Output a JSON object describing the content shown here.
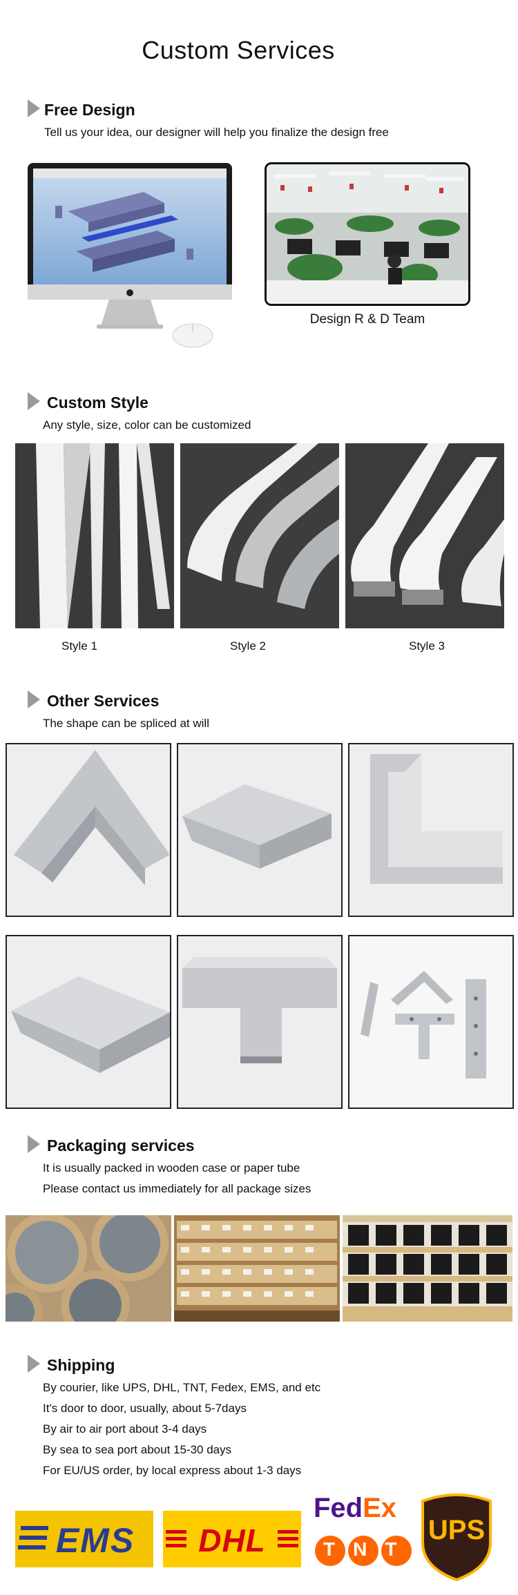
{
  "page_title": "Custom Services",
  "free_design": {
    "heading": "Free Design",
    "description": "Tell us your idea, our designer will help you finalize the design free",
    "team_caption": "Design R & D Team"
  },
  "custom_style": {
    "heading": "Custom Style",
    "description": "Any style, size, color can be customized",
    "styles": [
      "Style 1",
      "Style 2",
      "Style 3"
    ]
  },
  "other_services": {
    "heading": "Other Services",
    "description": "The shape can be spliced at will"
  },
  "packaging": {
    "heading": "Packaging services",
    "lines": [
      "It is usually packed in wooden case or paper tube",
      "Please contact us immediately for all package sizes"
    ]
  },
  "shipping": {
    "heading": "Shipping",
    "lines": [
      "By courier, like UPS, DHL, TNT, Fedex, EMS, and etc",
      "It's door to door, usually, about 5-7days",
      "By air to air port about 3-4 days",
      "By sea to sea port about 15-30 days",
      "For EU/US order, by local express about 1-3 days"
    ]
  },
  "carriers": {
    "ems": "EMS",
    "dhl": "DHL",
    "fedex_fed": "Fed",
    "fedex_ex": "Ex",
    "tnt": "TNT",
    "ups": "UPS"
  },
  "colors": {
    "ems_yellow": "#f4c400",
    "ems_blue": "#2b3b93",
    "dhl_yellow": "#ffcc00",
    "dhl_red": "#d40511",
    "fedex_purple": "#4d148c",
    "fedex_orange": "#ff6600",
    "ups_brown": "#351c15",
    "ups_gold": "#ffb500"
  }
}
